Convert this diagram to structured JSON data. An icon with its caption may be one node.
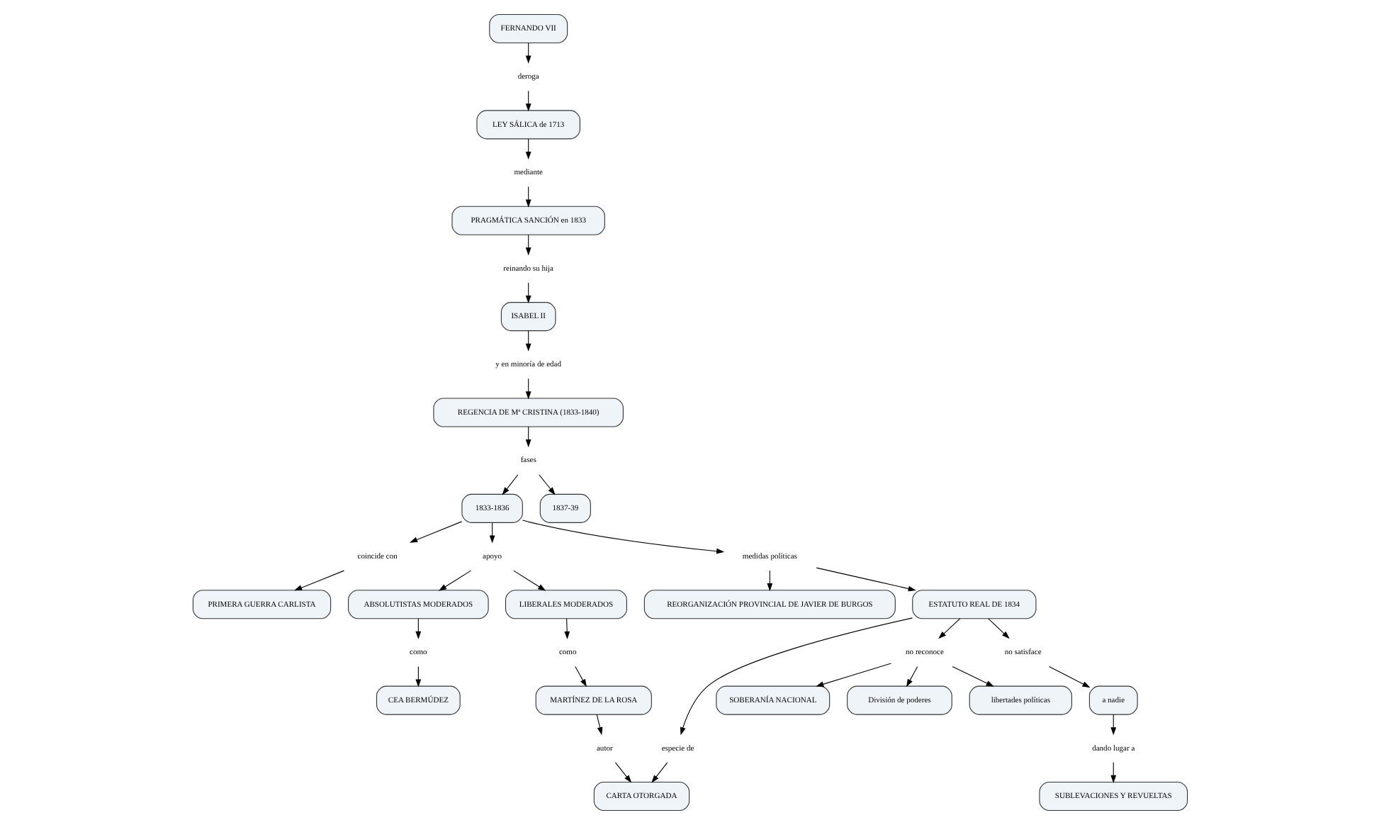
{
  "diagram": {
    "nodes": [
      {
        "text": [
          "FERNANDO VII"
        ]
      },
      {
        "text": [
          "deroga"
        ]
      },
      {
        "text": [
          "LEY SÁLICA de 1713"
        ]
      },
      {
        "text": [
          "mediante"
        ]
      },
      {
        "text": [
          "PRAGMÁTICA SANCIÓN en 1833"
        ]
      },
      {
        "text": [
          "reinando su hija"
        ]
      },
      {
        "text": [
          "ISABEL II"
        ]
      },
      {
        "text": [
          "y en minoría de edad"
        ]
      },
      {
        "text": [
          "REGENCIA DE Mª CRISTINA (1833-1840)"
        ]
      },
      {
        "text": [
          "fases"
        ]
      },
      {
        "text": [
          "1833-1836"
        ]
      },
      {
        "text": [
          "1837-39"
        ]
      },
      {
        "text": [
          "coincide con"
        ]
      },
      {
        "text": [
          "apoyo"
        ]
      },
      {
        "text": [
          "medidas políticas"
        ]
      },
      {
        "text": [
          "REORGANIZACIÓN PROVINCIAL DE JAVIER DE BURGOS"
        ]
      },
      {
        "text": [
          "PRIMERA GUERRA CARLISTA"
        ]
      },
      {
        "text": [
          "ABSOLUTISTAS MODERADOS"
        ]
      },
      {
        "text": [
          "LIBERALES MODERADOS"
        ]
      },
      {
        "text": [
          "ESTATUTO REAL DE 1834"
        ]
      },
      {
        "text": [
          "como"
        ]
      },
      {
        "text": [
          "CEA BERMÚDEZ"
        ]
      },
      {
        "text": [
          "como"
        ]
      },
      {
        "text": [
          "MARTÍNEZ DE LA ROSA"
        ]
      },
      {
        "text": [
          "autor"
        ]
      },
      {
        "text": [
          "CARTA OTORGADA"
        ]
      },
      {
        "text": [
          "especie de"
        ]
      },
      {
        "text": [
          "no reconoce"
        ]
      },
      {
        "text": [
          "no satisface"
        ]
      },
      {
        "text": [
          "a nadie"
        ]
      },
      {
        "text": [
          "dando lugar a"
        ]
      },
      {
        "text": [
          "SOBERANÍA NACIONAL"
        ]
      },
      {
        "text": [
          "División de poderes"
        ]
      },
      {
        "text": [
          "libertades políticas"
        ]
      },
      {
        "text": [
          "SUBLEVACIONES Y REVUELTAS"
        ]
      }
    ],
    "edges": [
      {
        "from": 0,
        "to": 1,
        "arrow": "to"
      },
      {
        "from": 1,
        "to": 2,
        "arrow": "to"
      },
      {
        "from": 2,
        "to": 3,
        "arrow": "to"
      },
      {
        "from": 3,
        "to": 4,
        "arrow": "to"
      },
      {
        "from": 4,
        "to": 5,
        "arrow": "to"
      },
      {
        "from": 5,
        "to": 6,
        "arrow": "to"
      },
      {
        "from": 6,
        "to": 7,
        "arrow": "to"
      },
      {
        "from": 7,
        "to": 8,
        "arrow": "to"
      },
      {
        "from": 8,
        "to": 9,
        "arrow": "to"
      },
      {
        "from": 9,
        "to": 10,
        "arrow": "to"
      },
      {
        "from": 9,
        "to": 11,
        "arrow": "to"
      },
      {
        "from": 10,
        "to": 12,
        "arrow": "to"
      },
      {
        "from": 10,
        "to": 13,
        "arrow": "to"
      },
      {
        "from": 10,
        "to": 14,
        "arrow": "to"
      },
      {
        "from": 12,
        "to": 16,
        "arrow": "to"
      },
      {
        "from": 13,
        "to": 17,
        "arrow": "to"
      },
      {
        "from": 13,
        "to": 18,
        "arrow": "to"
      },
      {
        "from": 14,
        "to": 15,
        "arrow": "to"
      },
      {
        "from": 14,
        "to": 19,
        "arrow": "to"
      },
      {
        "from": 17,
        "to": 20,
        "arrow": "to"
      },
      {
        "from": 20,
        "to": 21,
        "arrow": "to"
      },
      {
        "from": 18,
        "to": 22,
        "arrow": "to"
      },
      {
        "from": 22,
        "to": 23,
        "arrow": "to"
      },
      {
        "from": 23,
        "to": 24,
        "arrow": "to"
      },
      {
        "from": 24,
        "to": 25,
        "arrow": "to"
      },
      {
        "from": 19,
        "to": 26,
        "arrow": "to"
      },
      {
        "from": 26,
        "to": 25,
        "arrow": "to"
      },
      {
        "from": 19,
        "to": 27,
        "arrow": "to"
      },
      {
        "from": 27,
        "to": 31,
        "arrow": "to"
      },
      {
        "from": 27,
        "to": 32,
        "arrow": "to"
      },
      {
        "from": 27,
        "to": 33,
        "arrow": "to"
      },
      {
        "from": 19,
        "to": 28,
        "arrow": "to"
      },
      {
        "from": 28,
        "to": 29,
        "arrow": "to"
      },
      {
        "from": 29,
        "to": 30,
        "arrow": "to"
      },
      {
        "from": 30,
        "to": 34,
        "arrow": "to"
      }
    ]
  }
}
